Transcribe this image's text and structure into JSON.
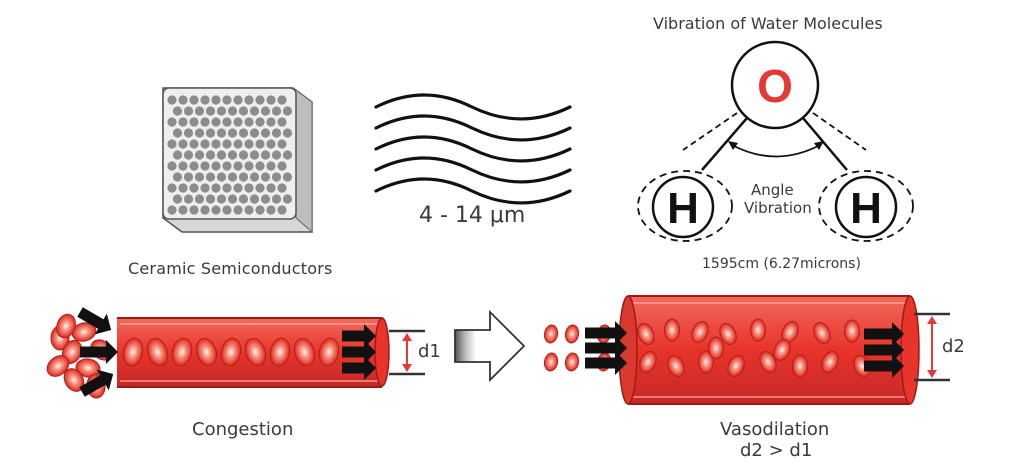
{
  "labels": {
    "ceramic": "Ceramic Semiconductors",
    "wavelength": "4 - 14 μm",
    "vibration_title": "Vibration of Water Molecules",
    "angle_line1": "Angle",
    "angle_line2": "Vibration",
    "frequency": "1595cm (6.27microns)",
    "d1": "d1",
    "d2": "d2",
    "congestion": "Congestion",
    "vasodilation": "Vasodilation",
    "inequality": "d2 > d1"
  },
  "atoms": {
    "oxygen": "O",
    "hydrogen_left": "H",
    "hydrogen_right": "H"
  },
  "colors": {
    "vessel": "#e8342a",
    "vessel_dark": "#b71c1c",
    "cell": "#e53935",
    "arrow": "#111111",
    "oxygen": "#e53935",
    "text": "#3a3a3a"
  }
}
